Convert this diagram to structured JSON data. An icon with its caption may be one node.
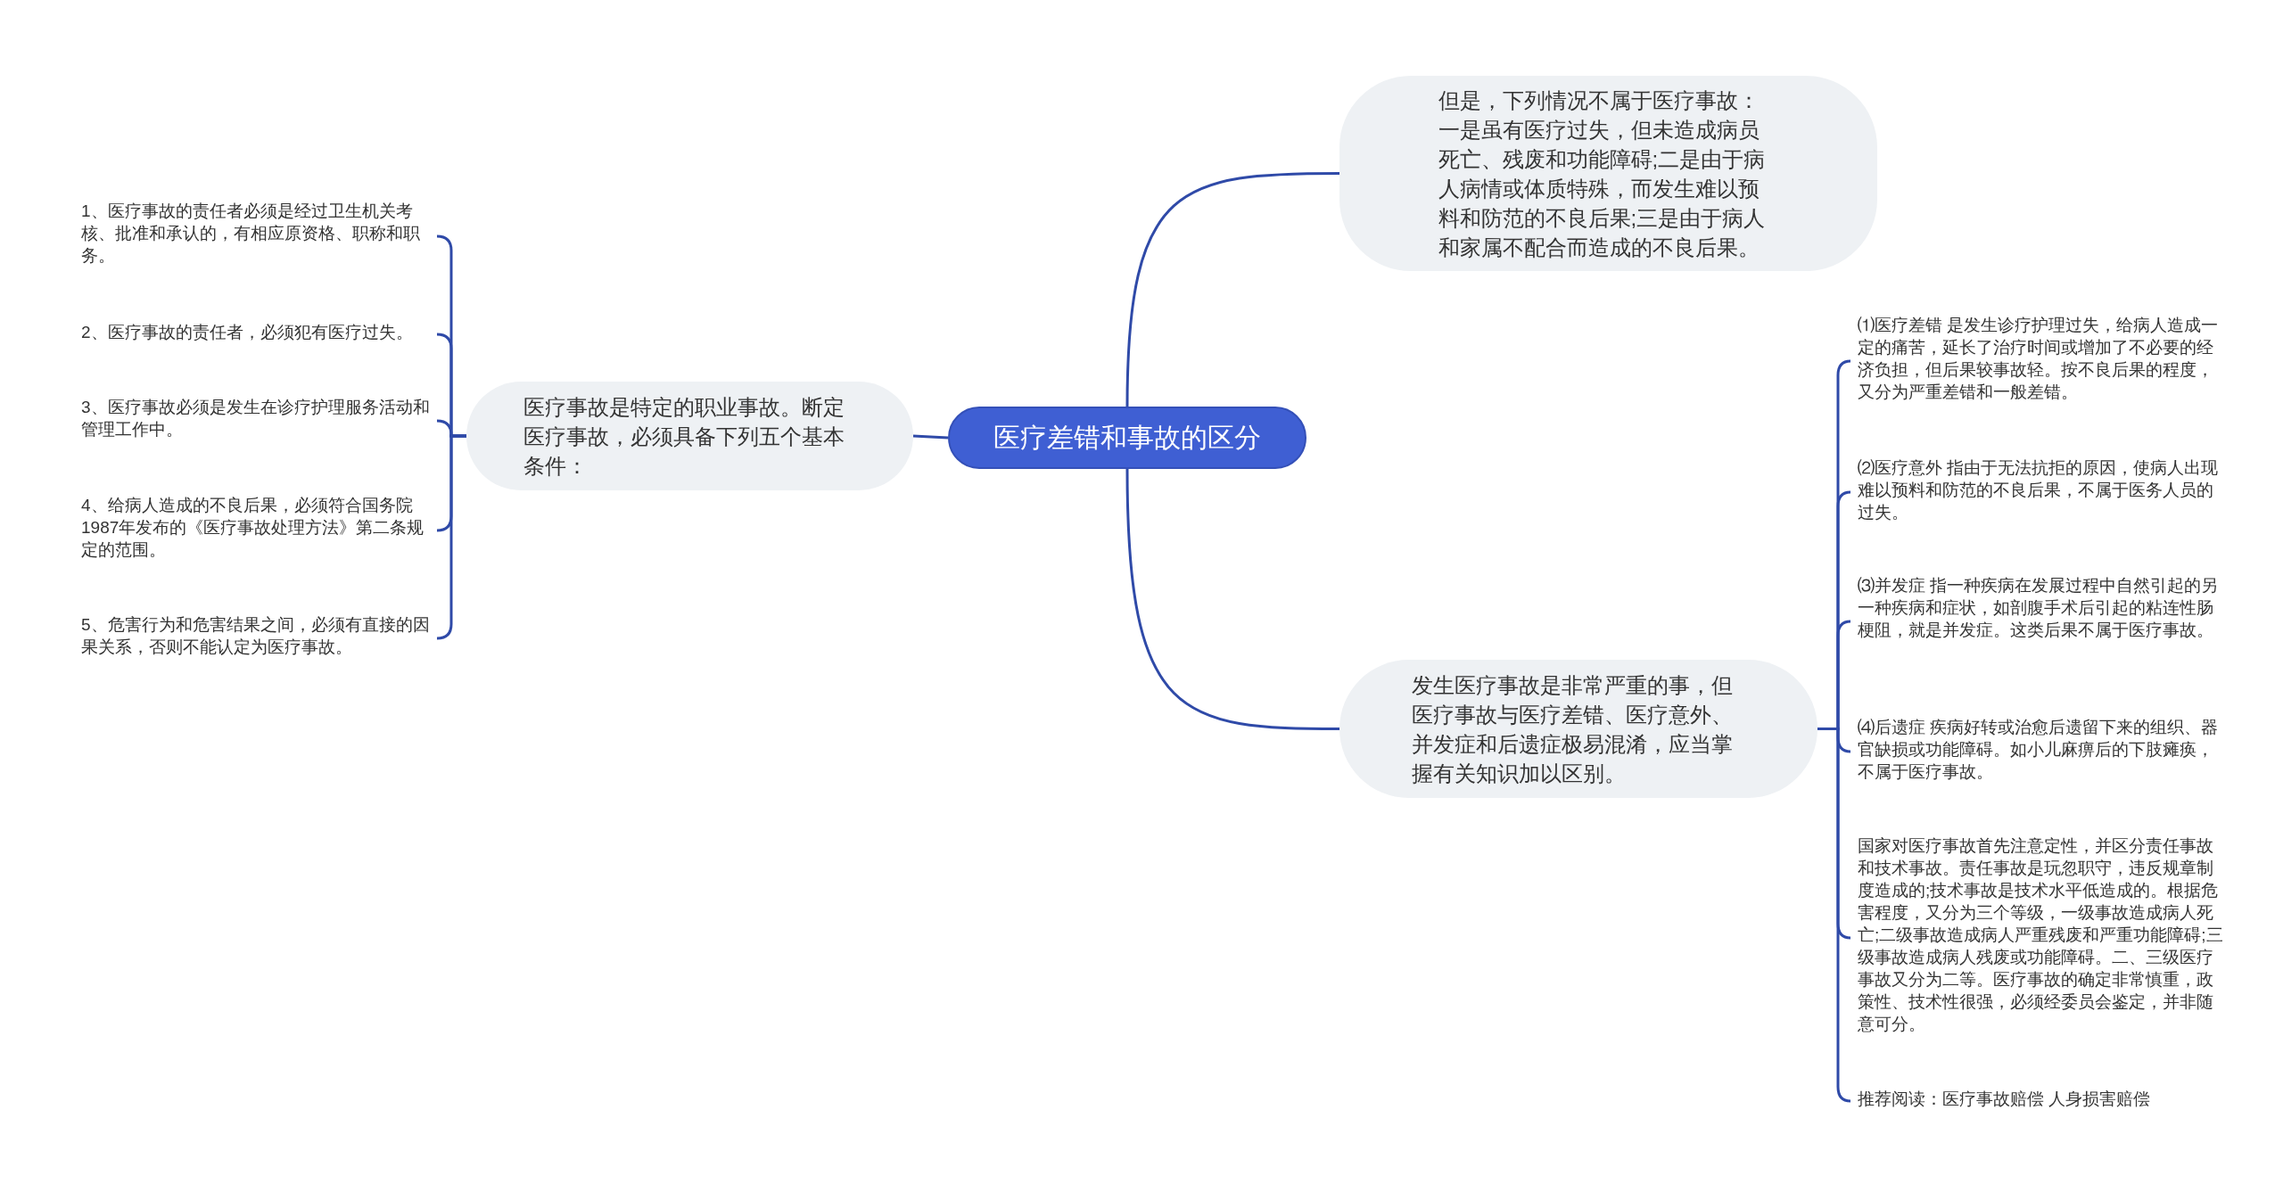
{
  "diagram": {
    "nodes": [
      {
        "text": [
          "医疗差错和事故的区分"
        ]
      },
      {
        "text": [
          "医疗事故是特定的职业事故。断定医疗事故，必须具备下列五个基本条件："
        ]
      },
      {
        "text": [
          "1、医疗事故的责任者必须是经过卫生机关考核、批准和承认的，有相应原资格、职称和职务。"
        ]
      },
      {
        "text": [
          "2、医疗事故的责任者，必须犯有医疗过失。"
        ]
      },
      {
        "text": [
          "3、医疗事故必须是发生在诊疗护理服务活动和管理工作中。"
        ]
      },
      {
        "text": [
          "4、给病人造成的不良后果，必须符合国务院1987年发布的《医疗事故处理方法》第二条规定的范围。"
        ]
      },
      {
        "text": [
          "5、危害行为和危害结果之间，必须有直接的因果关系，否则不能认定为医疗事故。"
        ]
      },
      {
        "text": [
          "但是，下列情况不属于医疗事故：一是虽有医疗过失，但未造成病员死亡、残废和功能障碍;二是由于病人病情或体质特殊，而发生难以预料和防范的不良后果;三是由于病人和家属不配合而造成的不良后果。"
        ]
      },
      {
        "text": [
          "发生医疗事故是非常严重的事，但医疗事故与医疗差错、医疗意外、并发症和后遗症极易混淆，应当掌握有关知识加以区别。"
        ]
      },
      {
        "text": [
          "⑴医疗差错 是发生诊疗护理过失，给病人造成一定的痛苦，延长了治疗时间或增加了不必要的经济负担，但后果较事故轻。按不良后果的程度，又分为严重差错和一般差错。"
        ]
      },
      {
        "text": [
          "⑵医疗意外 指由于无法抗拒的原因，使病人出现难以预料和防范的不良后果，不属于医务人员的过失。"
        ]
      },
      {
        "text": [
          "⑶并发症 指一种疾病在发展过程中自然引起的另一种疾病和症状，如剖腹手术后引起的粘连性肠梗阻，就是并发症。这类后果不属于医疗事故。"
        ]
      },
      {
        "text": [
          "⑷后遗症 疾病好转或治愈后遗留下来的组织、器官缺损或功能障碍。如小儿麻痹后的下肢瘫痪，不属于医疗事故。"
        ]
      },
      {
        "text": [
          "国家对医疗事故首先注意定性，并区分责任事故和技术事故。责任事故是玩忽职守，违反规章制度造成的;技术事故是技术水平低造成的。根据危害程度，又分为三个等级，一级事故造成病人死亡;二级事故造成病人严重残废和严重功能障碍;三级事故造成病人残废或功能障碍。二、三级医疗事故又分为二等。医疗事故的确定非常慎重，政策性、技术性很强，必须经委员会鉴定，并非随意可分。"
        ]
      },
      {
        "text": [
          "推荐阅读：医疗事故赔偿 人身损害赔偿"
        ]
      }
    ],
    "edges": [
      {
        "from": 0,
        "to": 1,
        "arrow": "none"
      },
      {
        "from": 1,
        "to": 2,
        "arrow": "none"
      },
      {
        "from": 1,
        "to": 3,
        "arrow": "none"
      },
      {
        "from": 1,
        "to": 4,
        "arrow": "none"
      },
      {
        "from": 1,
        "to": 5,
        "arrow": "none"
      },
      {
        "from": 1,
        "to": 6,
        "arrow": "none"
      },
      {
        "from": 0,
        "to": 7,
        "arrow": "none"
      },
      {
        "from": 0,
        "to": 8,
        "arrow": "none"
      },
      {
        "from": 8,
        "to": 9,
        "arrow": "none"
      },
      {
        "from": 8,
        "to": 10,
        "arrow": "none"
      },
      {
        "from": 8,
        "to": 11,
        "arrow": "none"
      },
      {
        "from": 8,
        "to": 12,
        "arrow": "none"
      },
      {
        "from": 8,
        "to": 13,
        "arrow": "none"
      },
      {
        "from": 8,
        "to": 14,
        "arrow": "none"
      }
    ]
  }
}
